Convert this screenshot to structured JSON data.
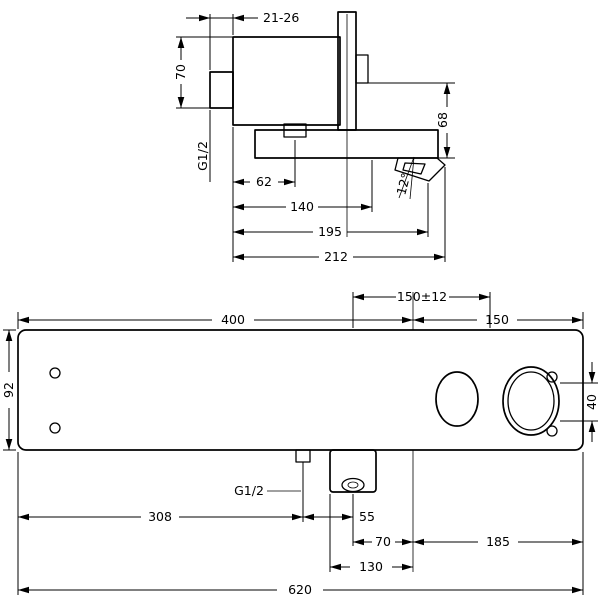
{
  "views": {
    "side": {
      "dims": {
        "wall_distance": "21-26",
        "height": "70",
        "inlet_thread": "G1/2",
        "spout_connection": "62",
        "holder_reach": "140",
        "outlet_reach": "195",
        "total_reach": "212",
        "drop": "68",
        "spout_angle": "12°"
      }
    },
    "front": {
      "dims": {
        "connection_spacing": "150±12",
        "span_left": "400",
        "span_right": "150",
        "height": "92",
        "handle_offset": "40",
        "outlet_thread": "G1/2",
        "edge_to_thread": "308",
        "thread_to_outlet": "55",
        "outlet_to_centerline": "70",
        "centerline_to_edge": "185",
        "box_span": "130",
        "total_width": "620"
      }
    }
  }
}
